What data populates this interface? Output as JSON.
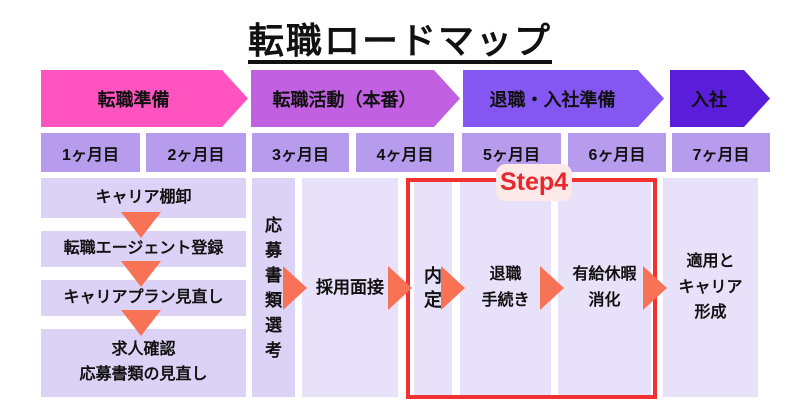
{
  "title": "転職ロードマップ",
  "phases": [
    {
      "label": "転職準備",
      "color": "#ff53c0"
    },
    {
      "label": "転職活動（本番）",
      "color": "#c161e2"
    },
    {
      "label": "退職・入社準備",
      "color": "#8456f2"
    },
    {
      "label": "入社",
      "color": "#5a1edb"
    }
  ],
  "months": [
    {
      "label": "1ヶ月目"
    },
    {
      "label": "2ヶ月目"
    },
    {
      "label": "3ヶ月目"
    },
    {
      "label": "4ヶ月目"
    },
    {
      "label": "5ヶ月目"
    },
    {
      "label": "6ヶ月目"
    },
    {
      "label": "7ヶ月目"
    }
  ],
  "prep_tasks": [
    {
      "lines": [
        "キャリア棚卸"
      ]
    },
    {
      "lines": [
        "転職エージェント登録"
      ]
    },
    {
      "lines": [
        "キャリアプラン見直し"
      ]
    },
    {
      "lines": [
        "求人確認",
        "応募書類の見直し"
      ]
    }
  ],
  "flow": {
    "screening_chars": [
      "応",
      "募",
      "書",
      "類",
      "選",
      "考"
    ],
    "interview": "採用面接",
    "offer_chars": [
      "内",
      "定"
    ],
    "resignation_lines": [
      "退職",
      "手続き"
    ],
    "paid_leave_lines": [
      "有給休暇",
      "消化"
    ],
    "onboarding_lines": [
      "適用と",
      "キャリア",
      "形成"
    ]
  },
  "highlight": {
    "label": "Step4",
    "border_color": "#f2302f",
    "label_color": "#e7282c",
    "label_bg": "#fce9e8"
  },
  "colors": {
    "month_bg": "#b79cee",
    "task_bg": "#dcd2f5",
    "flow_bg": "#e8e1fa",
    "arrow": "#f87356",
    "text": "#111111"
  }
}
